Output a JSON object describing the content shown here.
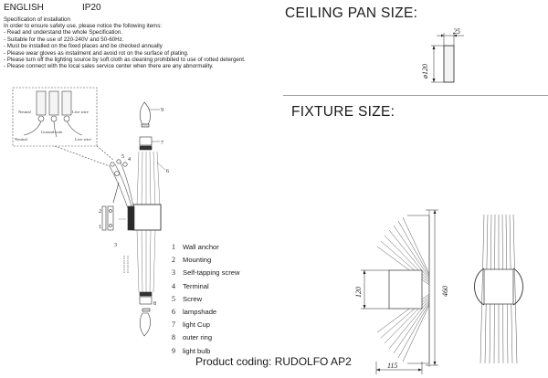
{
  "header": {
    "language": "ENGLISH",
    "ip_rating": "IP20"
  },
  "spec": {
    "title": "Specification of installation",
    "lines": [
      "In order to ensure safety use, please notice the following items:",
      "- Read and understand the whole Specification.",
      "- Suitable for the use of 220-240V and 50-60Hz.",
      "- Must be installed on the fixed places and be checked annually",
      "- Please wear gloves as instalment and avoid rot on the surface of plating.",
      "- Please turn off the lighting source by soft cloth as cleaning prohibited to use of rotted detergent.",
      "- Please connect with the local sales service center when there are any abnormality."
    ]
  },
  "wiring": {
    "neutral_top": "Neutral",
    "live_top": "Live wire",
    "ground": "Ground wire",
    "neutral_bottom": "Neutral",
    "live_bottom": "Live wire"
  },
  "callouts": [
    "9",
    "7",
    "4",
    "5",
    "6",
    "2",
    "1",
    "3",
    "8"
  ],
  "ceiling": {
    "title": "CEILING PAN SIZE:",
    "width_dim": "25",
    "diameter_dim": "ø120"
  },
  "fixture": {
    "title": "FIXTURE SIZE:",
    "height_dim": "460",
    "plate_dim": "120",
    "depth_dim": "115"
  },
  "legend": [
    {
      "num": "1",
      "label": "Wall anchor"
    },
    {
      "num": "2",
      "label": "Mounting"
    },
    {
      "num": "3",
      "label": "Self-tapping screw"
    },
    {
      "num": "4",
      "label": "Terminal"
    },
    {
      "num": "5",
      "label": "Screw"
    },
    {
      "num": "6",
      "label": "lampshade"
    },
    {
      "num": "7",
      "label": "light Cup"
    },
    {
      "num": "8",
      "label": "outer ring"
    },
    {
      "num": "9",
      "label": "light bulb"
    }
  ],
  "footer": {
    "product_coding": "Product coding: RUDOLFO AP2"
  }
}
